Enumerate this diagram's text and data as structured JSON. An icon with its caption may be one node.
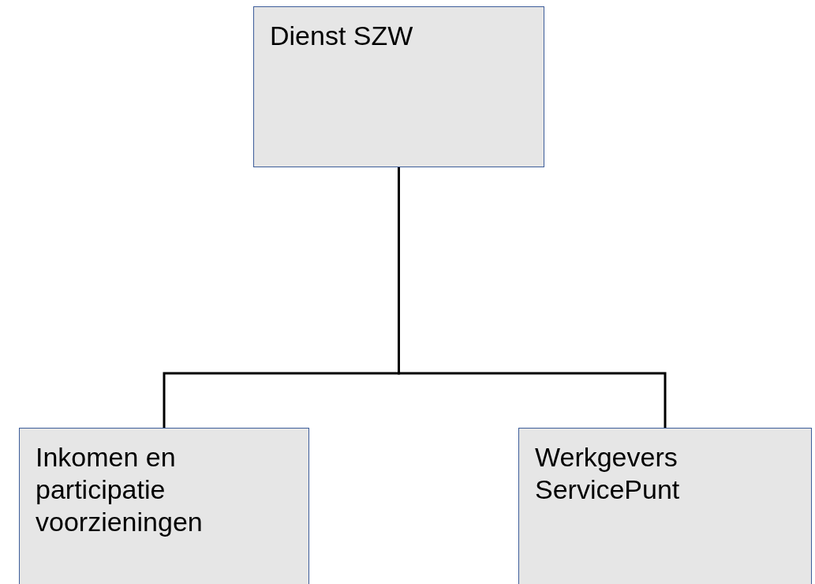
{
  "diagram": {
    "nodes": [
      {
        "text": [
          "Dienst SZW"
        ]
      },
      {
        "text": [
          "Inkomen en participatie voorzieningen"
        ]
      },
      {
        "text": [
          "Werkgevers ServicePunt"
        ]
      }
    ],
    "edges": [
      {
        "from": 0,
        "to": 1,
        "arrow": "none"
      },
      {
        "from": 0,
        "to": 2,
        "arrow": "none"
      }
    ]
  }
}
